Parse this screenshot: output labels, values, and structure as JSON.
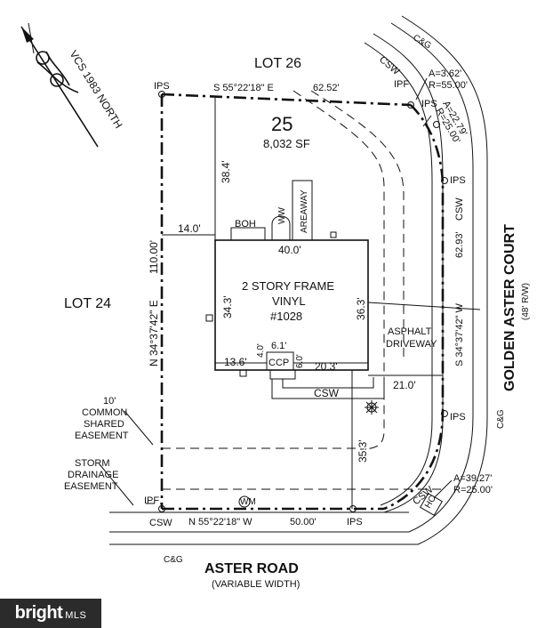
{
  "north": {
    "label": "VCS 1983 NORTH"
  },
  "lot": {
    "number": "25",
    "area": "8,032 SF"
  },
  "adjacent": {
    "north_lot": "LOT 26",
    "west_lot": "LOT 24"
  },
  "streets": {
    "south_name": "ASTER ROAD",
    "south_width": "(VARIABLE WIDTH)",
    "east_name": "GOLDEN ASTER COURT",
    "east_width": "(48' R/W)"
  },
  "boundary": {
    "north_bearing": "S 55°22'18\" E",
    "north_distance": "62.52'",
    "west_bearing": "N 34°37'42\" E",
    "west_distance": "110.00'",
    "south_bearing": "N 55°22'18\" W",
    "south_distance": "50.00'",
    "east_bearing": "S 34°37'42\" W",
    "east_distance": "62.93'",
    "curve_ne_arc": "A=3.62'",
    "curve_ne_radius": "R=55.00'",
    "curve_ne2_arc": "A=22.79'",
    "curve_ne2_radius": "R=25.00'",
    "curve_se_arc": "A=39.27'",
    "curve_se_radius": "R=25.00'"
  },
  "markers": {
    "ips_nw": "IPS",
    "ipf_ne": "IPF",
    "ips_ne": "IPS",
    "ips_e": "IPS",
    "ips_se": "IPS",
    "ipf_sw": "IPF",
    "ips_s": "IPS"
  },
  "house": {
    "line1": "2 STORY FRAME",
    "line2": "VINYL",
    "line3": "#1028",
    "top_width": "40.0'",
    "left_depth": "34.3'",
    "right_depth": "36.3'",
    "bottom_left": "13.6'",
    "bottom_right": "20.3'",
    "ccp_label": "CCP",
    "ccp_width": "6.1'",
    "ccp_depth": "6.0'",
    "ccp_left": "4.0'",
    "boh": "BOH",
    "ww": "WW",
    "areaway": "AREAWAY"
  },
  "setbacks": {
    "front": "38.4'",
    "side_west": "14.0'",
    "rear": "35.3'",
    "side_east": "21.0'"
  },
  "features": {
    "csw": "CSW",
    "cg": "C&G",
    "driveway_line1": "ASPHALT",
    "driveway_line2": "DRIVEWAY",
    "hc": "HC",
    "common_line1": "10'",
    "common_line2": "COMMON",
    "common_line3": "SHARED",
    "common_line4": "EASEMENT",
    "storm_line1": "STORM",
    "storm_line2": "DRAINAGE",
    "storm_line3": "EASEMENT"
  },
  "watermark": {
    "brand": "bright",
    "suffix": "MLS"
  }
}
